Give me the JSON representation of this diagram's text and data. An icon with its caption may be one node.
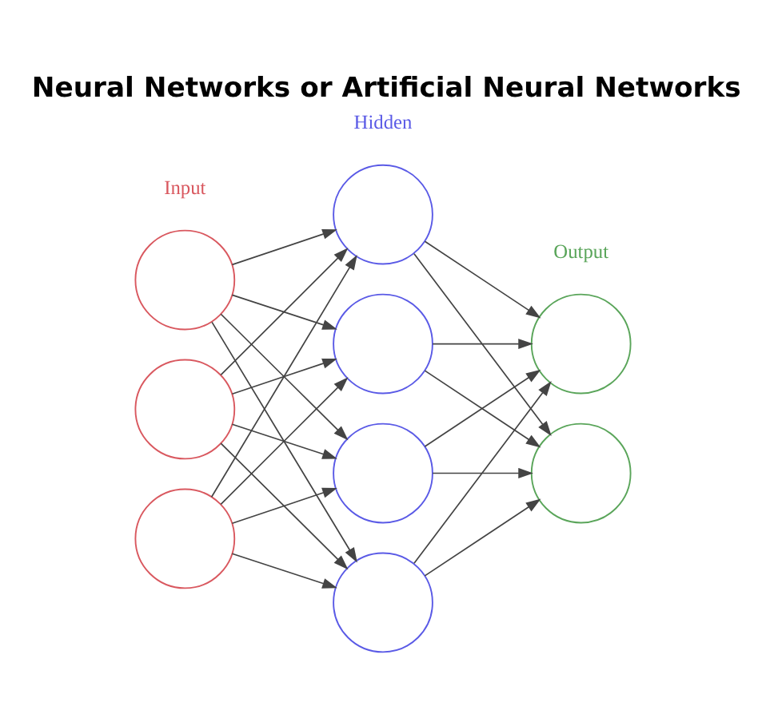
{
  "diagram": {
    "title": "Neural Networks or Artificial Neural Networks",
    "nodes": [
      {
        "text": [],
        "shape": "circle",
        "beside": [
          "Input"
        ]
      },
      {
        "text": [],
        "shape": "circle"
      },
      {
        "text": [],
        "shape": "circle"
      },
      {
        "text": [],
        "shape": "circle",
        "beside": [
          "Hidden"
        ]
      },
      {
        "text": [],
        "shape": "circle"
      },
      {
        "text": [],
        "shape": "circle"
      },
      {
        "text": [],
        "shape": "circle"
      },
      {
        "text": [],
        "shape": "circle",
        "beside": [
          "Output"
        ]
      },
      {
        "text": [],
        "shape": "circle"
      }
    ],
    "edges": [
      {
        "from": 0,
        "to": 3,
        "arrow": "to"
      },
      {
        "from": 0,
        "to": 4,
        "arrow": "to"
      },
      {
        "from": 0,
        "to": 5,
        "arrow": "to"
      },
      {
        "from": 0,
        "to": 6,
        "arrow": "to"
      },
      {
        "from": 1,
        "to": 3,
        "arrow": "to"
      },
      {
        "from": 1,
        "to": 4,
        "arrow": "to"
      },
      {
        "from": 1,
        "to": 5,
        "arrow": "to"
      },
      {
        "from": 1,
        "to": 6,
        "arrow": "to"
      },
      {
        "from": 2,
        "to": 3,
        "arrow": "to"
      },
      {
        "from": 2,
        "to": 4,
        "arrow": "to"
      },
      {
        "from": 2,
        "to": 5,
        "arrow": "to"
      },
      {
        "from": 2,
        "to": 6,
        "arrow": "to"
      },
      {
        "from": 3,
        "to": 7,
        "arrow": "to"
      },
      {
        "from": 3,
        "to": 8,
        "arrow": "to"
      },
      {
        "from": 4,
        "to": 7,
        "arrow": "to"
      },
      {
        "from": 4,
        "to": 8,
        "arrow": "to"
      },
      {
        "from": 5,
        "to": 7,
        "arrow": "to"
      },
      {
        "from": 5,
        "to": 8,
        "arrow": "to"
      },
      {
        "from": 6,
        "to": 7,
        "arrow": "to"
      },
      {
        "from": 6,
        "to": 8,
        "arrow": "to"
      }
    ]
  }
}
